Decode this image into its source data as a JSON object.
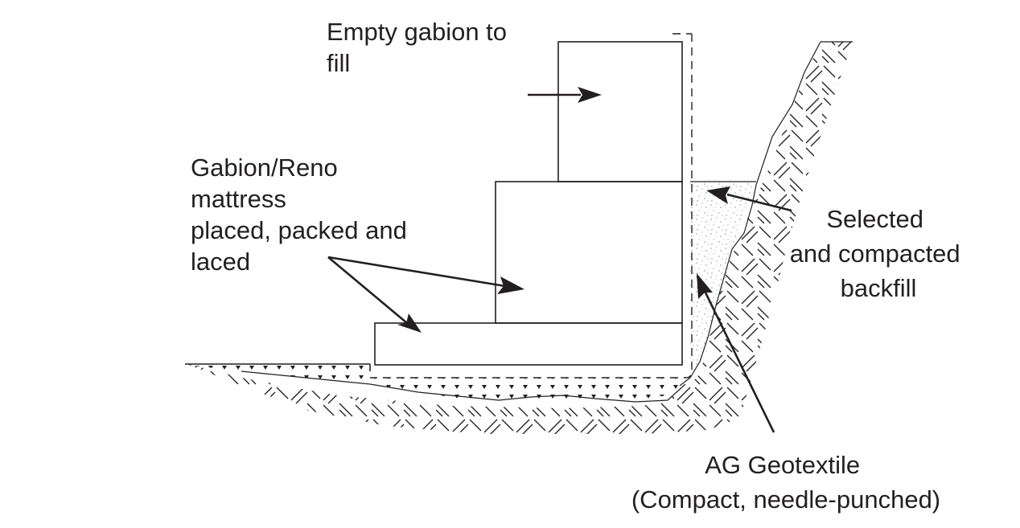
{
  "title": "Gabion / Reno mattress installation cross-section",
  "labels": {
    "empty_gabion": [
      "Empty gabion to",
      "fill"
    ],
    "mattress": [
      "Gabion/Reno",
      "mattress",
      "placed, packed and",
      "laced"
    ],
    "backfill": [
      "Selected",
      "and compacted",
      "backfill"
    ],
    "geotextile": [
      "AG Geotextile",
      "(Compact, needle-punched)"
    ]
  },
  "components": [
    {
      "id": "empty-gabion",
      "name": "Empty gabion box",
      "fill_pattern": "none"
    },
    {
      "id": "upper-gabion",
      "name": "Filled gabion (upper)",
      "fill_pattern": "hexagonal mesh"
    },
    {
      "id": "reno-mattress",
      "name": "Reno mattress (base)",
      "fill_pattern": "hexagonal mesh"
    },
    {
      "id": "backfill",
      "name": "Selected and compacted backfill",
      "fill_pattern": "stipple"
    },
    {
      "id": "bedding",
      "name": "Bedding layer",
      "fill_pattern": "inverted triangles"
    },
    {
      "id": "natural-ground",
      "name": "Natural ground / bank",
      "fill_pattern": "herringbone hatch"
    },
    {
      "id": "geotextile",
      "name": "AG Geotextile",
      "line_style": "dashed"
    }
  ],
  "colors": {
    "ink": "#231f20",
    "background": "#ffffff"
  }
}
